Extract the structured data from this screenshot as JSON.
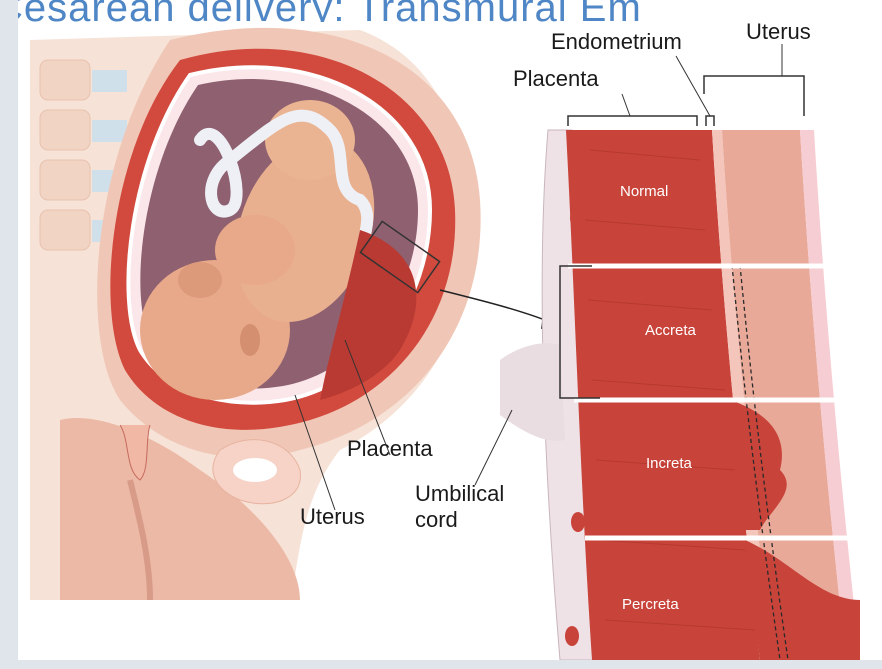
{
  "slide": {
    "title_fragment": "Cesarean delivery: Transmural Em",
    "stray_char": "("
  },
  "labels": {
    "endometrium": "Endometrium",
    "uterus_top": "Uterus",
    "placenta_top": "Placenta",
    "placenta_mid": "Placenta",
    "uterus_bottom": "Uterus",
    "umbilical_line1": "Umbilical",
    "umbilical_line2": "cord"
  },
  "layers": [
    {
      "name": "Normal"
    },
    {
      "name": "Accreta"
    },
    {
      "name": "Increta"
    },
    {
      "name": "Percreta"
    }
  ],
  "colors": {
    "title": "#4f86c6",
    "muscle": "#c8443a",
    "muscle_light": "#e5a79a",
    "skin": "#e9b9a0",
    "amniotic": "#8a5a6a"
  }
}
